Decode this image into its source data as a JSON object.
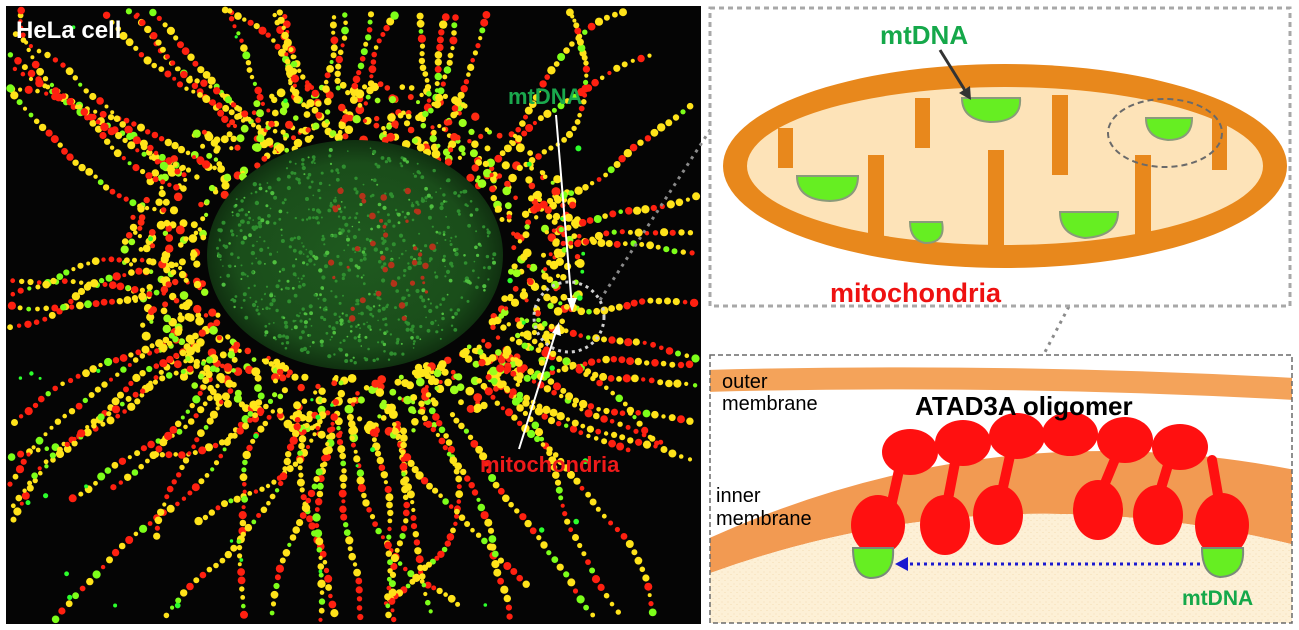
{
  "micrograph": {
    "title": "HeLa cell",
    "label_mtdna": "mtDNA",
    "label_mito": "mitochondria"
  },
  "schematic": {
    "label_mtdna": "mtDNA",
    "label_mito": "mitochondria"
  },
  "detail": {
    "outer_membrane_line1": "outer",
    "outer_membrane_line2": "membrane",
    "oligomer_label": "ATAD3A oligomer",
    "inner_membrane_line1": "inner",
    "inner_membrane_line2": "membrane",
    "label_mtdna": "mtDNA"
  },
  "colors": {
    "mtdna_green": "#15a84a",
    "mito_red": "#ee1111",
    "membrane_orange": "#e88a1c",
    "matrix_beige": "#fde3b8",
    "protein_red": "#ff1010",
    "arrow_blue": "#1a1ad0"
  }
}
